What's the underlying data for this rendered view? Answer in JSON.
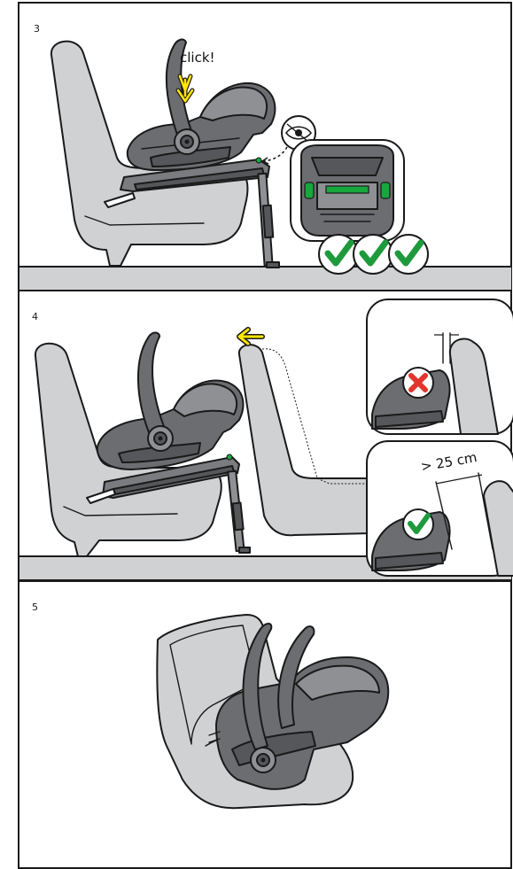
{
  "steps": [
    {
      "number": "3",
      "callout": "click!"
    },
    {
      "number": "4",
      "measure_label": "> 25 cm"
    },
    {
      "number": "5"
    }
  ],
  "colors": {
    "line": "#1a1a1a",
    "seat_fill": "#cfd1d3",
    "shell_fill": "#6b6d70",
    "arrow_yellow": "#ffe600",
    "check_green": "#1e9a3c",
    "indicator_green": "#16a83c",
    "cross_red": "#e2342c"
  },
  "icons": [
    "click-arrow-icon",
    "eye-icon",
    "green-check-icon",
    "red-cross-icon",
    "pull-arrow-icon"
  ]
}
